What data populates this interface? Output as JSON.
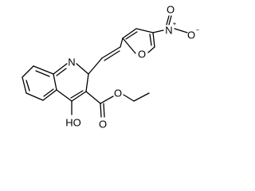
{
  "atom_labels": {
    "quinoline_n": "N",
    "furan_o": "O",
    "nitro_n": "N",
    "nitro_n_charge": "+",
    "nitro_o_right": "O",
    "nitro_o_right_charge": "−",
    "nitro_o_up": "O",
    "ester_o_carbonyl": "O",
    "ester_o_ether": "O",
    "hydroxyl": "HO"
  },
  "colors": {
    "bond": "#000000",
    "label": "#000000",
    "background": "#ffffff"
  }
}
